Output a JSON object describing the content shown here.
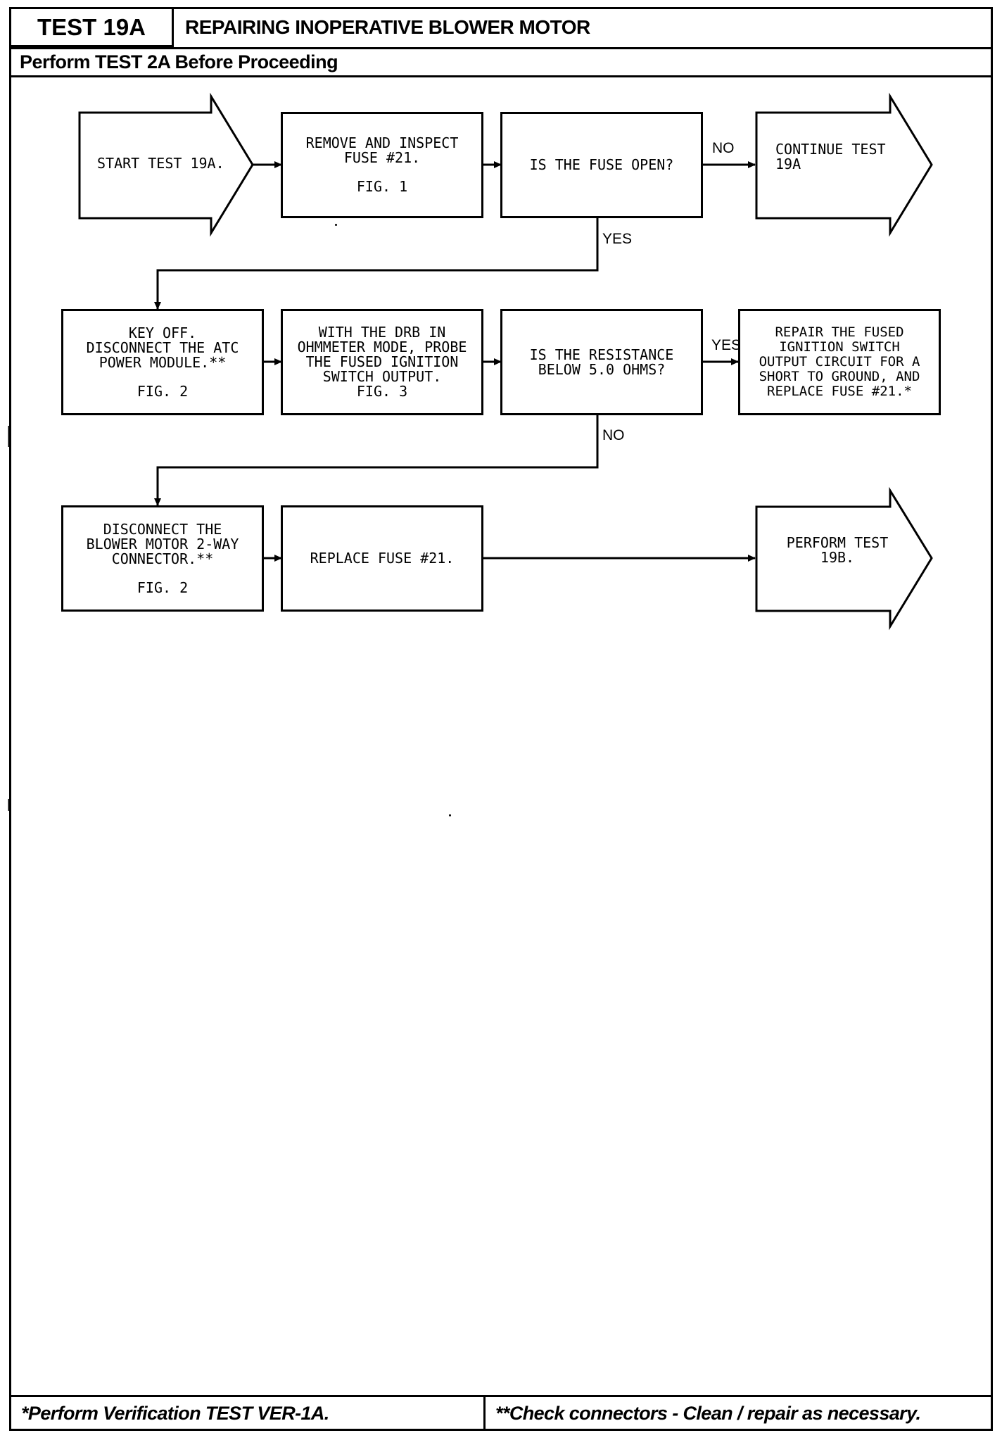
{
  "header": {
    "test_id": "TEST 19A",
    "title": "REPAIRING INOPERATIVE BLOWER MOTOR",
    "prerequisite": "Perform TEST 2A Before Proceeding"
  },
  "flowchart": {
    "start": {
      "lines": [
        "START TEST 19A."
      ]
    },
    "remove_inspect": {
      "lines": [
        "REMOVE AND INSPECT",
        "FUSE #21."
      ],
      "fig": "FIG. 1"
    },
    "fuse_open_q": {
      "lines": [
        "IS THE FUSE OPEN?"
      ]
    },
    "continue": {
      "lines": [
        "CONTINUE TEST",
        "19A"
      ]
    },
    "key_off": {
      "lines": [
        "KEY OFF.",
        "DISCONNECT THE ATC",
        "POWER MODULE.**"
      ],
      "fig": "FIG. 2"
    },
    "drb_probe": {
      "lines": [
        "WITH THE DRB IN",
        "OHMMETER MODE, PROBE",
        "THE FUSED IGNITION",
        "SWITCH OUTPUT."
      ],
      "fig": "FIG. 3"
    },
    "resistance_q": {
      "lines": [
        "IS THE RESISTANCE",
        "BELOW 5.0 OHMS?"
      ]
    },
    "repair_short": {
      "lines": [
        "REPAIR THE FUSED",
        "IGNITION SWITCH",
        "OUTPUT CIRCUIT FOR A",
        "SHORT TO GROUND, AND",
        "REPLACE FUSE #21.*"
      ]
    },
    "disconnect_blower": {
      "lines": [
        "DISCONNECT THE",
        "BLOWER MOTOR 2-WAY",
        "CONNECTOR.**"
      ],
      "fig": "FIG. 2"
    },
    "replace_fuse": {
      "lines": [
        "REPLACE FUSE #21."
      ]
    },
    "perform_19b": {
      "lines": [
        "PERFORM TEST",
        "19B."
      ]
    },
    "labels": {
      "no_1": "NO",
      "yes_1": "YES",
      "yes_2": "YES",
      "no_2": "NO"
    }
  },
  "footer": {
    "left": "*Perform Verification TEST VER-1A.",
    "right": "**Check connectors - Clean / repair as necessary."
  }
}
